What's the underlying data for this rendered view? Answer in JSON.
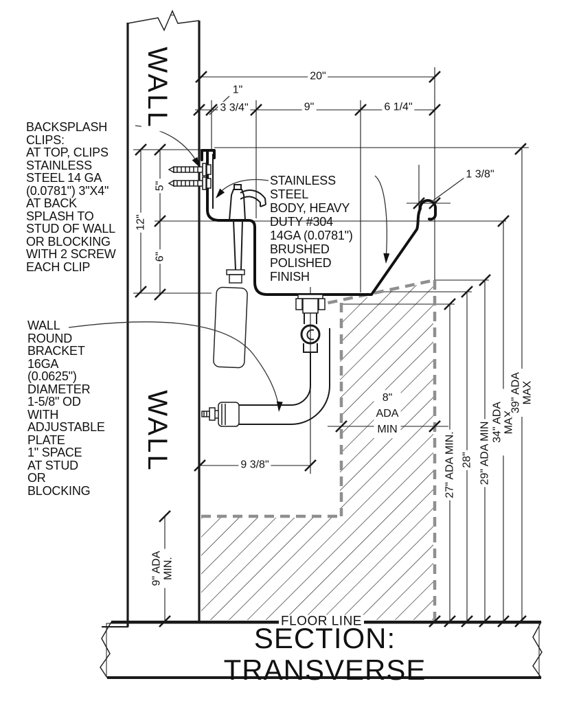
{
  "drawing": {
    "title": "SECTION: TRANSVERSE",
    "floor_label": "FLOOR LINE",
    "wall_label_upper": "WALL",
    "wall_label_lower": "WALL"
  },
  "notes": {
    "backsplash_clips": "BACKSPLASH\nCLIPS:\nAT TOP, CLIPS\nSTAINLESS\nSTEEL 14 GA\n(0.0781\") 3\"X4\"\nAT BACK\nSPLASH TO\nSTUD OF WALL\nOR BLOCKING\nWITH 2 SCREW\nEACH CLIP",
    "stainless_body": "STAINLESS\nSTEEL\nBODY, HEAVY\nDUTY #304\n14GA (0.0781\")\nBRUSHED\nPOLISHED\nFINISH",
    "wall_bracket": "WALL\nROUND\nBRACKET\n16GA\n(0.0625\")\nDIAMETER\n1-5/8\" OD\nWITH\nADJUSTABLE\nPLATE\n1\" SPACE\nAT STUD\nOR\nBLOCKING"
  },
  "dimensions": {
    "overall_width": "20\"",
    "wall_gap": "1\"",
    "deck_width": "3 3/4\"",
    "bowl_width": "9\"",
    "front_width": "6 1/4\"",
    "rolled_edge": "1 3/8\"",
    "clip_drop": "5\"",
    "backsplash_height": "12\"",
    "bowl_depth": "6\"",
    "drain_offset": "9 3/8\"",
    "toe_clearance": "9\" ADA\nMIN.",
    "knee_zone": "8\"\nADA\nMIN",
    "ada_27": "27\" ADA MIN.",
    "ada_28": "28\"",
    "ada_29": "29\" ADA MIN",
    "ada_34": "34\" ADA MAX",
    "ada_39": "39\" ADA MAX"
  },
  "colors": {
    "line": "#1a1a1a",
    "ada_zone_dash": "#8f8f8f",
    "ada_zone_hatch": "#b5b5b5"
  }
}
